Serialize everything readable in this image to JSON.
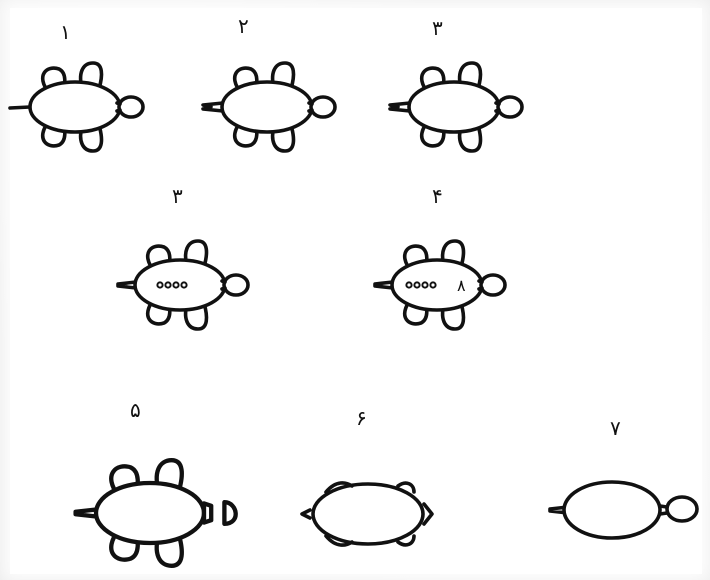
{
  "labels": {
    "fig_1": "۱",
    "fig_2": "۲",
    "fig_3a": "۳",
    "fig_3b": "۳",
    "fig_4": "۴",
    "fig_5": "۵",
    "fig_6": "۶",
    "fig_7": "۷"
  },
  "figure_4_glyph": "۸",
  "colors": {
    "ink": "#111111",
    "paper": "#ffffff",
    "background": "#e9e9e9"
  }
}
